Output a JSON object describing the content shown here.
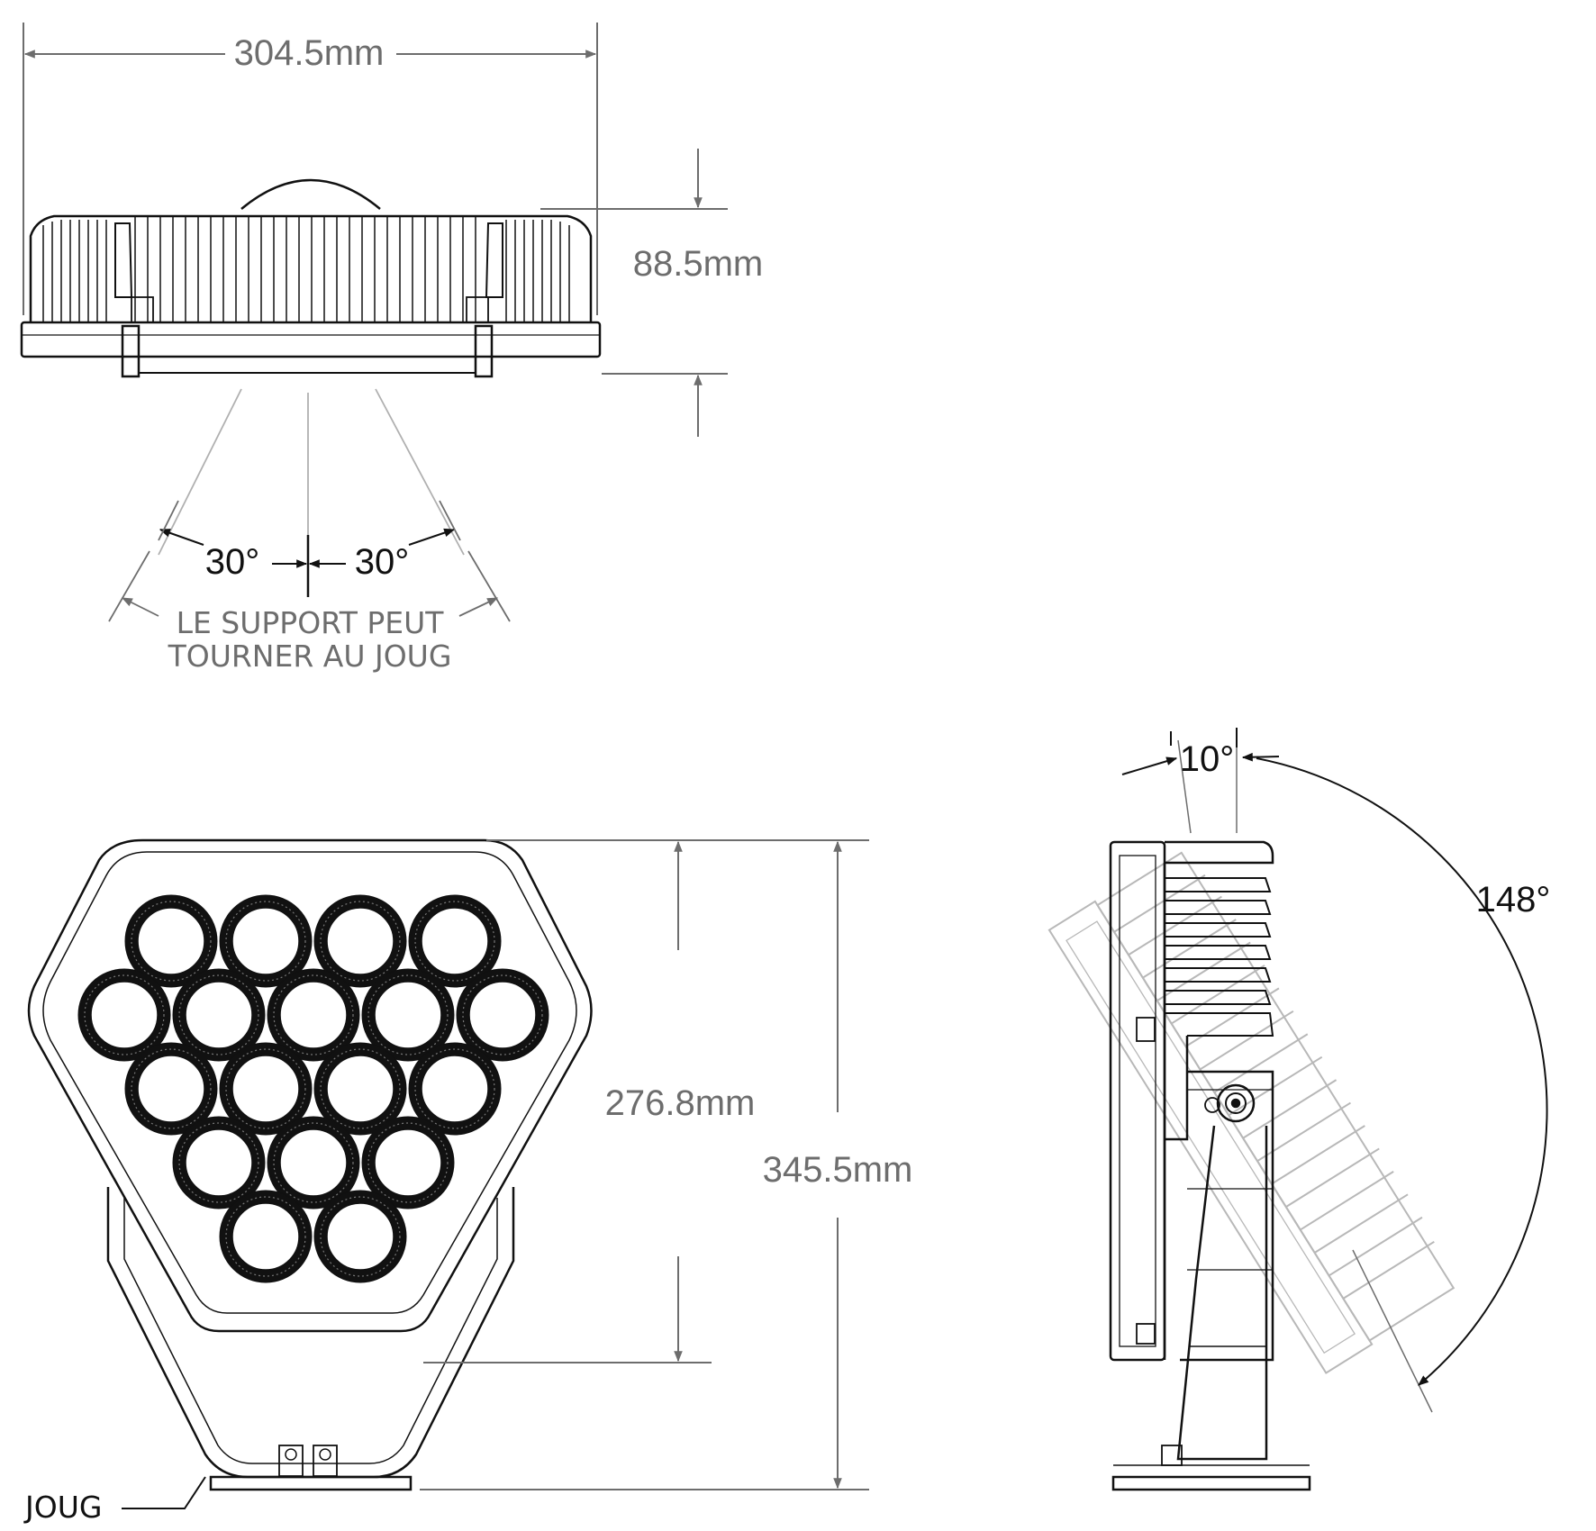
{
  "dimensions": {
    "top_width": "304.5mm",
    "top_height": "88.5mm",
    "front_lens_height": "276.8mm",
    "front_total_height": "345.5mm"
  },
  "angles": {
    "rotate_left": "30°",
    "rotate_right": "30°",
    "tilt_back": "10°",
    "tilt_range": "148°"
  },
  "notes": {
    "rotation_line1": "LE SUPPORT PEUT",
    "rotation_line2": "TOURNER AU JOUG"
  },
  "labels": {
    "yoke": "JOUG"
  },
  "colors": {
    "outline": "#111111",
    "dimension": "#6d6d6d",
    "ghost": "#b8b8b8"
  },
  "front_view": {
    "led_count": 18
  }
}
